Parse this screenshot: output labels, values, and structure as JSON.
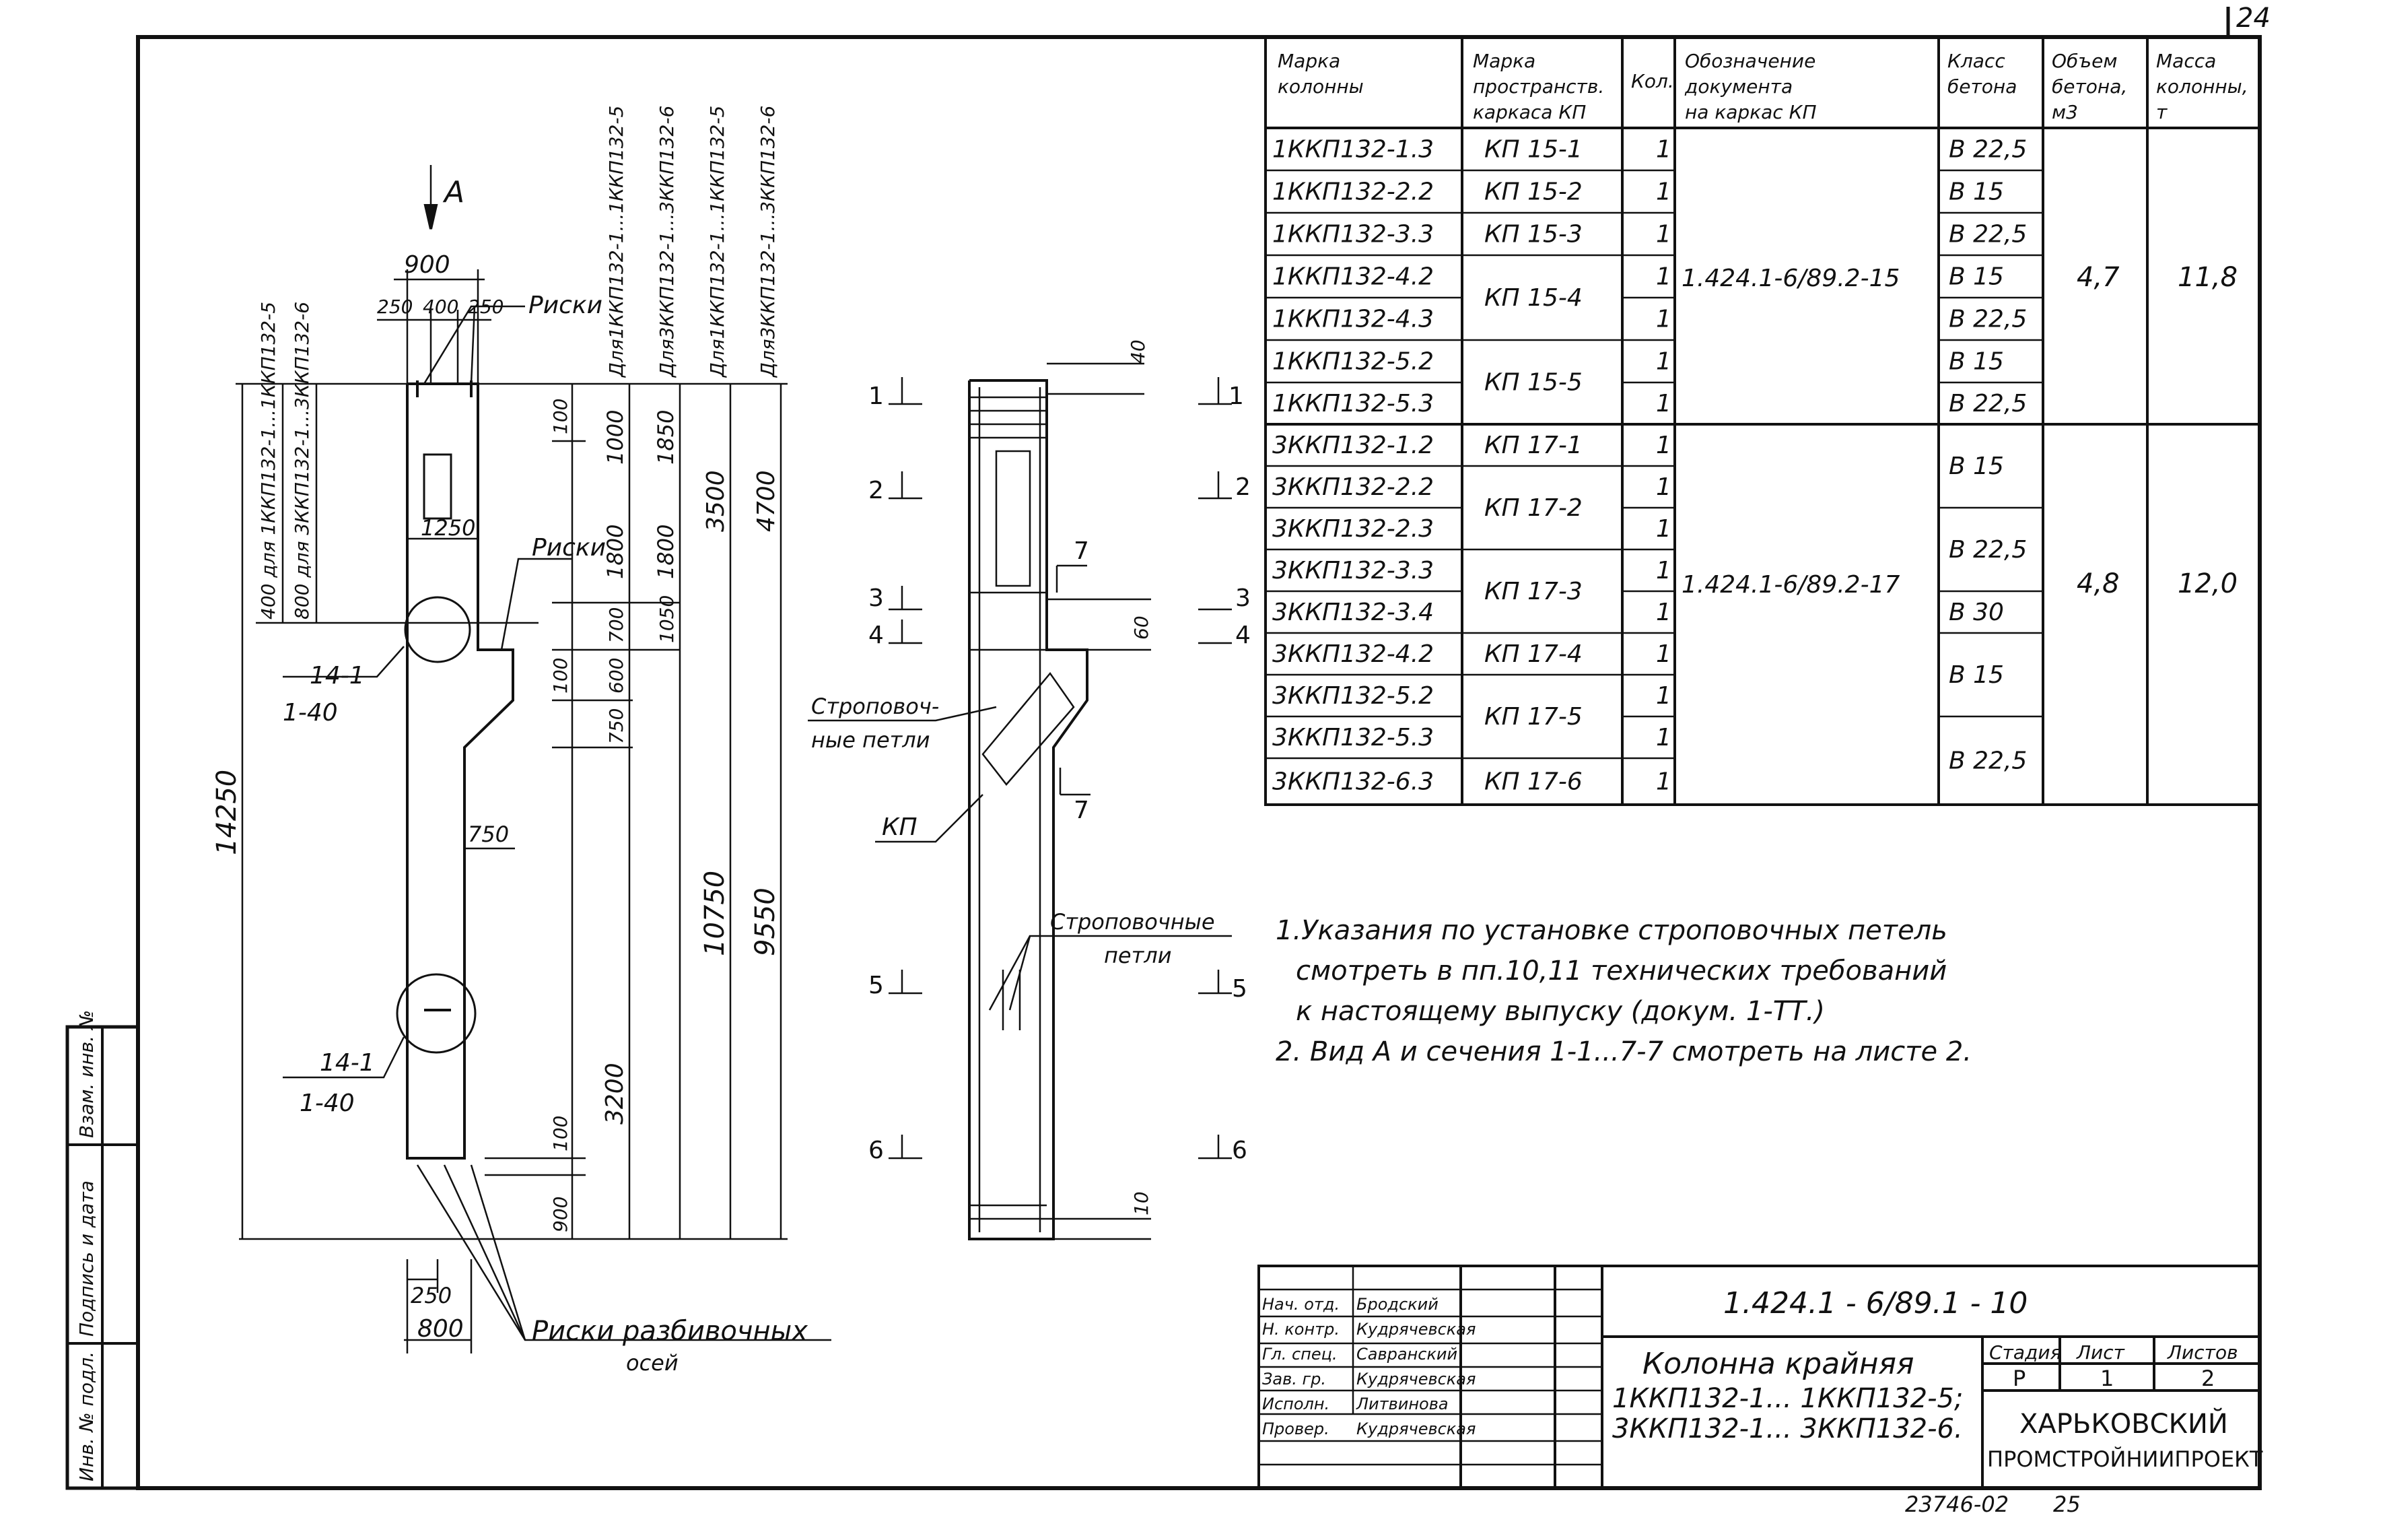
{
  "sheet_number_corner": "24",
  "drawing_code": "1.424.1 - 6/89.1 - 10",
  "title_lines": [
    "Колонна крайняя",
    "1ККП132-1... 1ККП132-5;",
    "3ККП132-1... 3ККП132-6."
  ],
  "stage": {
    "h1": "Стадия",
    "h2": "Лист",
    "h3": "Листов",
    "v1": "Р",
    "v2": "1",
    "v3": "2"
  },
  "org_lines": [
    "ХАРЬКОВСКИЙ",
    "ПРОМСТРОЙНИИПРОЕКТ"
  ],
  "footer_code": "23746-02",
  "footer_page": "25",
  "signatures": [
    {
      "role": "Нач. отд.",
      "name": "Бродский"
    },
    {
      "role": "Н. контр.",
      "name": "Кудрячевская"
    },
    {
      "role": "Гл. спец.",
      "name": "Савранский"
    },
    {
      "role": "Зав. гр.",
      "name": "Кудрячевская"
    },
    {
      "role": "Исполн.",
      "name": "Литвинова"
    },
    {
      "role": "Провер.",
      "name": "Кудрячевская"
    }
  ],
  "side_stamp": [
    "Инв. № подл.",
    "Подпись и дата",
    "Взам. инв. №"
  ],
  "table": {
    "headers": [
      [
        "Марка",
        "колонны"
      ],
      [
        "Марка",
        "пространств.",
        "каркаса КП"
      ],
      [
        "Кол."
      ],
      [
        "Обозначение",
        "документа",
        "на каркас КП"
      ],
      [
        "Класс",
        "бетона"
      ],
      [
        "Объем",
        "бетона,",
        "м3"
      ],
      [
        "Масса",
        "колонны,",
        "т"
      ]
    ],
    "rows": [
      {
        "mark": "1ККП132-1.3",
        "kp": "КП 15-1",
        "qty": "1"
      },
      {
        "mark": "1ККП132-2.2",
        "kp": "КП 15-2",
        "qty": "1"
      },
      {
        "mark": "1ККП132-3.3",
        "kp": "КП 15-3",
        "qty": "1"
      },
      {
        "mark": "1ККП132-4.2",
        "kp": "КП 15-4",
        "qty": "1"
      },
      {
        "mark": "1ККП132-4.3",
        "kp": "",
        "qty": "1"
      },
      {
        "mark": "1ККП132-5.2",
        "kp": "КП 15-5",
        "qty": "1"
      },
      {
        "mark": "1ККП132-5.3",
        "kp": "",
        "qty": "1"
      },
      {
        "mark": "3ККП132-1.2",
        "kp": "КП 17-1",
        "qty": "1"
      },
      {
        "mark": "3ККП132-2.2",
        "kp": "КП 17-2",
        "qty": "1"
      },
      {
        "mark": "3ККП132-2.3",
        "kp": "",
        "qty": "1"
      },
      {
        "mark": "3ККП132-3.3",
        "kp": "КП 17-3",
        "qty": "1"
      },
      {
        "mark": "3ККП132-3.4",
        "kp": "",
        "qty": "1"
      },
      {
        "mark": "3ККП132-4.2",
        "kp": "КП 17-4",
        "qty": "1"
      },
      {
        "mark": "3ККП132-5.2",
        "kp": "КП 17-5",
        "qty": "1"
      },
      {
        "mark": "3ККП132-5.3",
        "kp": "",
        "qty": "1"
      },
      {
        "mark": "3ККП132-6.3",
        "kp": "КП 17-6",
        "qty": "1"
      }
    ],
    "doc_group1": "1.424.1-6/89.2-15",
    "doc_group2": "1.424.1-6/89.2-17",
    "concrete": [
      "В 22,5",
      "В 15",
      "В 22,5",
      "В 15",
      "В 22,5",
      "В 15",
      "В 22,5",
      "В 15",
      "В 22,5",
      "В 30",
      "В 15",
      "В 22,5"
    ],
    "volume1": "4,7",
    "mass1": "11,8",
    "volume2": "4,8",
    "mass2": "12,0"
  },
  "notes": [
    "1.Указания по установке строповочных петель",
    "смотреть в пп.10,11 технических требований",
    "к настоящему выпуску (докум. 1-ТТ.)",
    "2. Вид А и сечения 1-1...7-7 смотреть на листе 2."
  ],
  "elevation": {
    "view_label": "А",
    "top_dims": [
      "900",
      "250",
      "400",
      "250"
    ],
    "riski": "Риски",
    "riski_axes": "Риски разбивочных",
    "riski_axes_2": "осей",
    "dim_1250": "1250",
    "left_dims": [
      "400 для 1ККП132-1...1ККП132-5",
      "800 для 3ККП132-1...3ККП132-6"
    ],
    "dim_14250": "14250",
    "callout1": [
      "14-1",
      "1-40"
    ],
    "callout2": [
      "14-1",
      "1-40"
    ],
    "dim_750": "750",
    "col_dims": [
      "100",
      "1000",
      "1800",
      "700",
      "100",
      "600",
      "750",
      "10750",
      "100",
      "3200",
      "900"
    ],
    "col2_dims": [
      "1850",
      "1800",
      "1050"
    ],
    "col3": [
      "3500"
    ],
    "col4": [
      "4700",
      "9550"
    ],
    "vertical_notes": [
      "Для1ККП132-1...1ККП132-5",
      "Для3ККП132-1...3ККП132-6",
      "Для1ККП132-1...1ККП132-5",
      "Для3ККП132-1...3ККП132-6"
    ],
    "bottom_dims": [
      "250",
      "800"
    ]
  },
  "section_view": {
    "cuts": [
      "1",
      "2",
      "3",
      "4",
      "5",
      "6",
      "7"
    ],
    "dims": [
      "40",
      "60",
      "10"
    ],
    "labels": [
      "Строповоч-",
      "ные петли",
      "КП",
      "Строповочные",
      "петли"
    ]
  }
}
